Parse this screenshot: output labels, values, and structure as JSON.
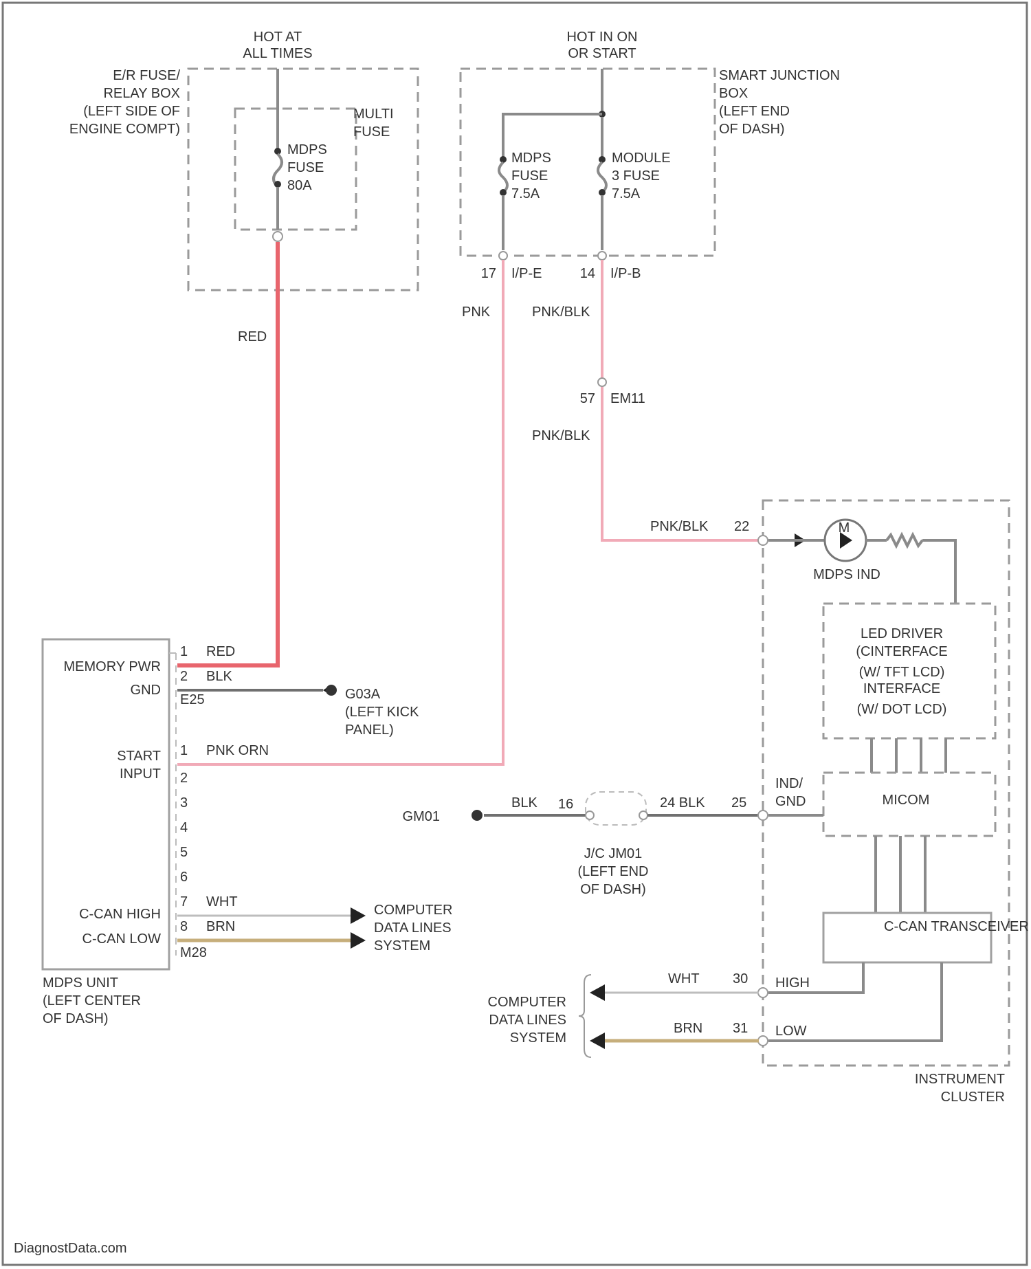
{
  "texts": {
    "hot_at_all_times_1": "HOT AT",
    "hot_at_all_times_2": "ALL TIMES",
    "hot_in_on_1": "HOT IN ON",
    "hot_in_on_2": "OR START",
    "er_fuse_1": "E/R FUSE/",
    "er_fuse_2": "RELAY BOX",
    "er_fuse_3": "(LEFT SIDE OF",
    "er_fuse_4": "ENGINE COMPT)",
    "multi_fuse_1": "MULTI",
    "multi_fuse_2": "FUSE",
    "mdps_fuse_1": "MDPS",
    "mdps_fuse_2": "FUSE",
    "mdps_fuse_3": "80A",
    "sjb_1": "SMART JUNCTION",
    "sjb_2": "BOX",
    "sjb_3": "(LEFT END",
    "sjb_4": "OF DASH)",
    "mdps_fuse75_1": "MDPS",
    "mdps_fuse75_2": "FUSE",
    "mdps_fuse75_3": "7.5A",
    "module_fuse_1": "MODULE",
    "module_fuse_2": "3 FUSE",
    "module_fuse_3": "7.5A",
    "pin_17": "17",
    "conn_ip_e": "I/P-E",
    "pin_14": "14",
    "conn_ip_b": "I/P-B",
    "wire_red_1": "RED",
    "wire_pnk": "PNK",
    "wire_pnkblk_1": "PNK/BLK",
    "pin_57": "57",
    "conn_em11": "EM11",
    "wire_pnkblk_2": "PNK/BLK",
    "wire_pnkblk_3": "PNK/BLK",
    "pin_22": "22",
    "mdps_ind_lamp": "M",
    "mdps_ind": "MDPS IND",
    "led_1": "LED DRIVER",
    "led_2": "(CINTERFACE",
    "led_3": "(W/ TFT LCD)",
    "led_4": "INTERFACE",
    "led_5": "(W/ DOT LCD)",
    "micom": "MICOM",
    "ind_gnd_1": "IND/",
    "ind_gnd_2": "GND",
    "ccan_trans": "C-CAN TRANSCEIVER",
    "mdps_pin1": "1",
    "mdps_pin1_wire": "RED",
    "mdps_pin2": "2",
    "mdps_pin2_wire": "BLK",
    "memory_pwr": "MEMORY PWR",
    "gnd": "GND",
    "e25": "E25",
    "g03a": "G03A",
    "left_kick_1": "(LEFT KICK",
    "left_kick_2": "PANEL)",
    "start_1": "START",
    "start_2": "INPUT",
    "start_pin": "1",
    "start_wire": "PNK ORN",
    "pin_2b": "2",
    "pin_3": "3",
    "pin_4": "4",
    "pin_5": "5",
    "pin_6": "6",
    "pin_7": "7",
    "pin_7_wire": "WHT",
    "pin_8": "8",
    "pin_8_wire": "BRN",
    "ccan_high": "C-CAN HIGH",
    "ccan_low": "C-CAN LOW",
    "m28": "M28",
    "comp_1a": "COMPUTER",
    "comp_1b": "DATA LINES",
    "comp_1c": "SYSTEM",
    "mdps_unit_1": "MDPS UNIT",
    "mdps_unit_2": "(LEFT CENTER",
    "mdps_unit_3": "OF DASH)",
    "gm01": "GM01",
    "blk_1": "BLK",
    "pin_16": "16",
    "pin_24_blk": "24 BLK",
    "pin_25": "25",
    "jc_1": "J/C JM01",
    "jc_2": "(LEFT END",
    "jc_3": "OF DASH)",
    "comp_2a": "COMPUTER",
    "comp_2b": "DATA LINES",
    "comp_2c": "SYSTEM",
    "wht_2": "WHT",
    "pin_30": "30",
    "high": "HIGH",
    "brn_2": "BRN",
    "pin_31": "31",
    "low": "LOW",
    "ic_1": "INSTRUMENT",
    "ic_2": "CLUSTER",
    "watermark": "DiagnostData.com"
  },
  "colors": {
    "red_wire": "#e8656d",
    "pink_wire": "#f1aab7",
    "brown_wire": "#c6ae7b",
    "gray_wire": "#8a8a8a"
  }
}
